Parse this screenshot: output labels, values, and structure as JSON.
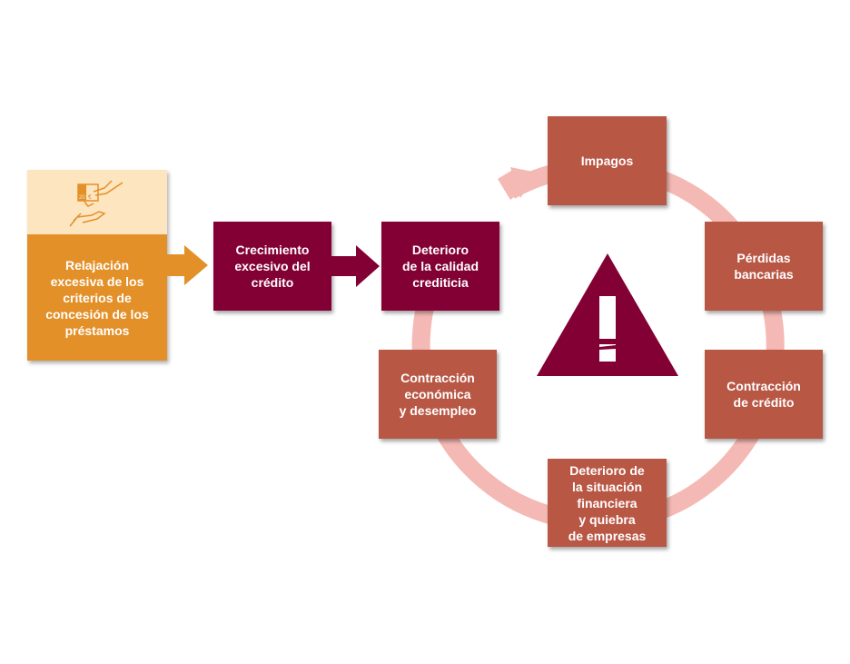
{
  "colors": {
    "maroon": "#830035",
    "brick": "#b95745",
    "ring": "#f4b9b4",
    "orange": "#e39029",
    "orange_light": "#fde5c0",
    "white": "#ffffff"
  },
  "start": {
    "icon": "hands-exchanging-money-icon",
    "label": "Relajación\nexcesiva de los\ncriterios de\nconcesión de los\npréstamos"
  },
  "chain": [
    {
      "label": "Crecimiento\nexcesivo del\ncrédito"
    },
    {
      "label": "Deterioro\nde la calidad\ncrediticia"
    }
  ],
  "cycle": [
    {
      "label": "Impagos"
    },
    {
      "label": "Pérdidas\nbancarias"
    },
    {
      "label": "Contracción\nde crédito"
    },
    {
      "label": "Deterioro de\nla situación\nfinanciera\ny quiebra\nde empresas"
    },
    {
      "label": "Contracción\neconómica\ny desempleo"
    }
  ],
  "center_icon": "warning-triangle-icon"
}
